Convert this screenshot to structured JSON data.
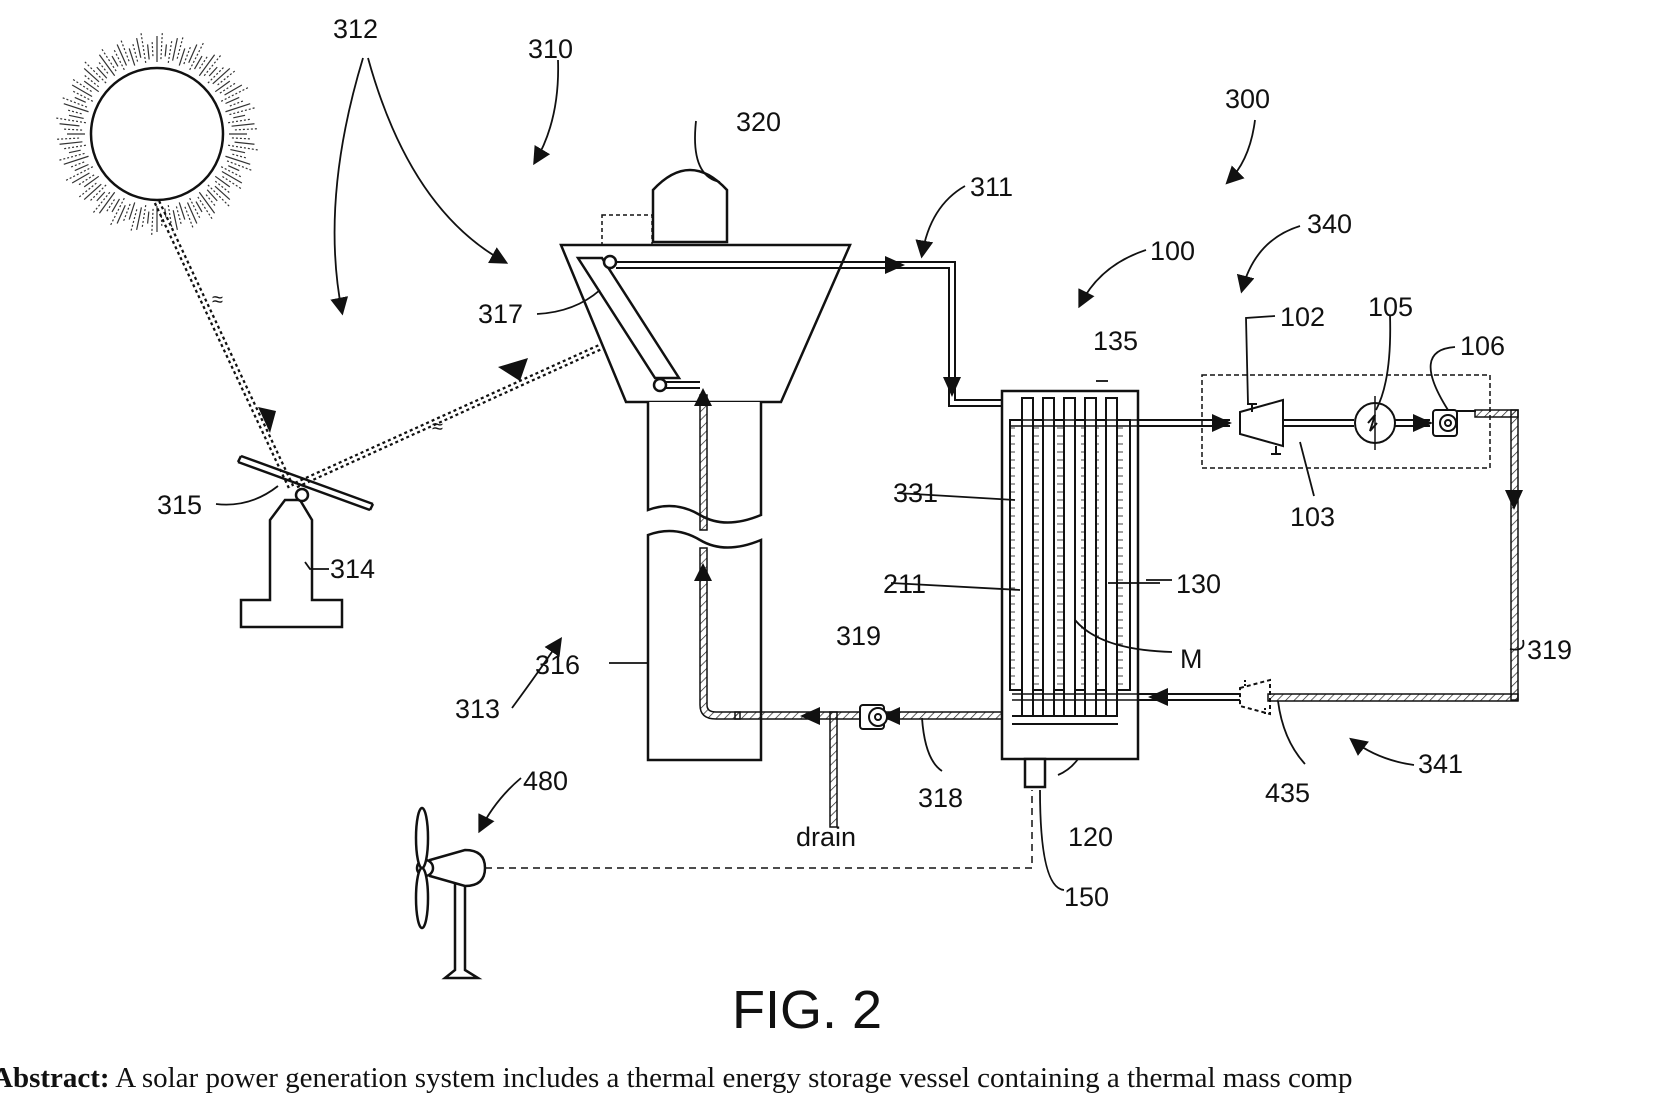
{
  "figure_title": "FIG. 2",
  "labels": {
    "l300": "300",
    "l310": "310",
    "l311": "311",
    "l312": "312",
    "l313": "313",
    "l314": "314",
    "l315": "315",
    "l316": "316",
    "l317": "317",
    "l318": "318",
    "l319a": "319",
    "l319b": "319",
    "l320": "320",
    "l331": "331",
    "l340": "340",
    "l341": "341",
    "l435": "435",
    "l480": "480",
    "l100": "100",
    "l102": "102",
    "l103": "103",
    "l105": "105",
    "l106": "106",
    "l120": "120",
    "l130": "130",
    "l135": "135",
    "l150": "150",
    "l211": "211",
    "lM": "M",
    "drain": "drain"
  },
  "abstract": {
    "heading": "Abstract:",
    "text": " A solar power generation system includes a thermal energy storage vessel containing a thermal mass comp"
  }
}
